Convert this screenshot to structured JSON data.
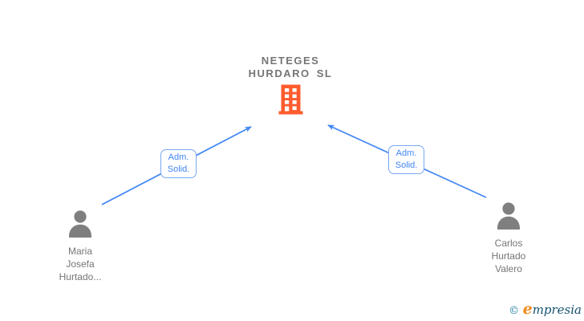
{
  "diagram": {
    "type": "ownership-network",
    "company": {
      "name": "NETEGES HURDARO SL",
      "icon": "building-icon"
    },
    "people": [
      {
        "id": "maria",
        "name": "Maria Josefa Hurtado...",
        "icon": "person-icon"
      },
      {
        "id": "carlos",
        "name": "Carlos Hurtado Valero",
        "icon": "person-icon"
      }
    ],
    "edges": [
      {
        "from": "maria",
        "to": "company",
        "label": "Adm. Solid.",
        "direction": "to-company"
      },
      {
        "from": "carlos",
        "to": "company",
        "label": "Adm. Solid.",
        "direction": "to-company"
      }
    ]
  },
  "colors": {
    "edge_blue": "#4286f4",
    "edge_label_border": "#7aa7f0",
    "edge_label_text": "#4285f4",
    "building_orange": "#ff5b2e",
    "person_gray": "#7f7f7f",
    "text_gray": "#757575",
    "watermark_teal": "#1e7d9e",
    "watermark_dark": "#15516d",
    "watermark_orange": "#f18a1c"
  },
  "watermark": {
    "copyright": "©",
    "brand_first_letter": "e",
    "brand_rest": "mpresia"
  }
}
